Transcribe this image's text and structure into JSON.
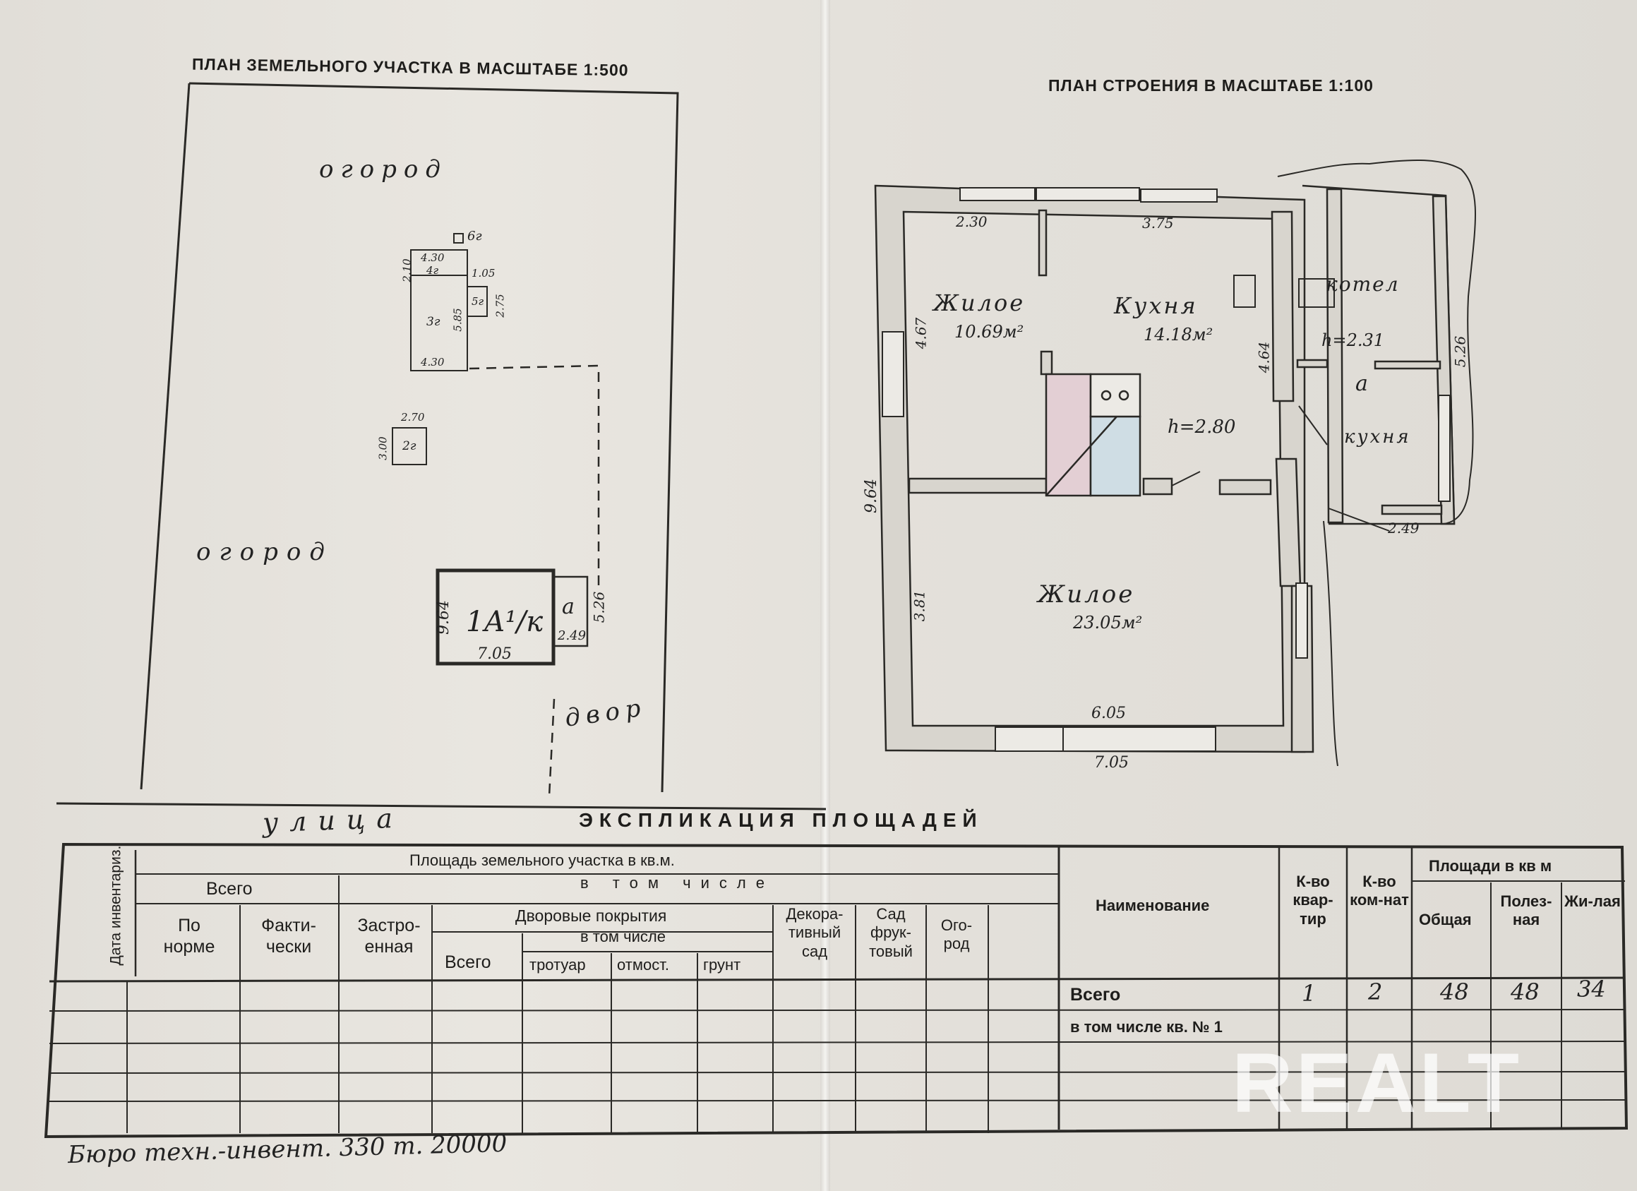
{
  "site_plan": {
    "title": "ПЛАН ЗЕМЕЛЬНОГО УЧАСТКА В МАСШТАБЕ 1:500",
    "garden_top": "огород",
    "garden_bottom": "огород",
    "yard": "двор",
    "street": "улица",
    "house_label": "1А¹/к",
    "house_annex": "а",
    "house_dims": {
      "left": "9.64",
      "bottom": "7.05",
      "annex_right": "5.26",
      "annex_bottom": "2.49"
    },
    "buildings": [
      {
        "label": "6г"
      },
      {
        "label": "4г",
        "top": "4.30",
        "left": "2.10",
        "right": "1.05"
      },
      {
        "label": "5г",
        "right": "2.75"
      },
      {
        "label": "3г",
        "side": "5.85",
        "bottom": "4.30"
      },
      {
        "label": "2г",
        "top": "2.70",
        "left": "3.00"
      }
    ]
  },
  "floor_plan": {
    "title": "ПЛАН СТРОЕНИЯ В МАСШТАБЕ 1:100",
    "rooms": [
      {
        "name": "Жилое",
        "area": "10.69м²"
      },
      {
        "name": "Кухня",
        "area": "14.18м²"
      },
      {
        "name": "Жилое",
        "area": "23.05м²"
      },
      {
        "name": "котел"
      },
      {
        "name": "а"
      },
      {
        "name": "кухня"
      }
    ],
    "heights": [
      "h=2.80",
      "h=2.31"
    ],
    "dims": {
      "d230": "2.30",
      "d375": "3.75",
      "d467": "4.67",
      "d464": "4.64",
      "d964": "9.64",
      "d381": "3.81",
      "d605": "6.05",
      "d705": "7.05",
      "d526": "5.26",
      "d249": "2.49"
    }
  },
  "explication": {
    "title": "ЭКСПЛИКАЦИЯ ПЛОЩАДЕЙ",
    "date_col": "Дата инвентариз.",
    "land_area": "Площадь земельного участка в кв.м.",
    "total": "Всего",
    "in_that": "в том числе",
    "by_norm": "По норме",
    "actual": "Факти-чески",
    "built": "Застро-енная",
    "yard_cov": "Дворовые покрытия",
    "in_that_small": "в том числе",
    "yard_total": "Всего",
    "sidewalk": "тротуар",
    "blind": "отмост.",
    "ground": "грунт",
    "decor": "Декора-тивный сад",
    "fruit": "Сад фрук-товый",
    "veg": "Ого-род",
    "name_col": "Наименование",
    "flats": "К-во квар-тир",
    "rooms": "К-во ком-нат",
    "areas_m": "Площади в кв м",
    "total_area": "Общая",
    "useful": "Полез-ная",
    "living": "Жи-лая",
    "row_total": {
      "name": "Всего",
      "flats": "1",
      "rooms": "2",
      "total": "48",
      "useful": "48",
      "living": "34"
    },
    "row_flat": {
      "name": "в том числе кв. № 1"
    }
  },
  "footer_note": "Бюро техн.-инвент. 330 т. 20000",
  "watermark": "REALT"
}
